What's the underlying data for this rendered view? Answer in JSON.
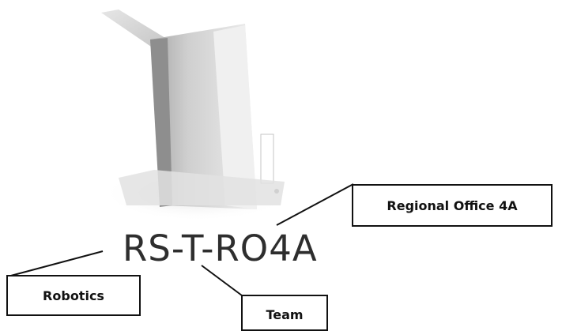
{
  "code_label": "RS-T-RO4A",
  "callouts": {
    "regional_office": "Regional Office 4A",
    "robotics": "Robotics",
    "team": "Team"
  },
  "colors": {
    "line": "#111111",
    "text": "#2e2e2e",
    "device_light": "#ececec",
    "device_mid": "#cfcfcf",
    "device_dark": "#9a9a9a"
  },
  "figure": {
    "icon": "robot-device-image"
  }
}
